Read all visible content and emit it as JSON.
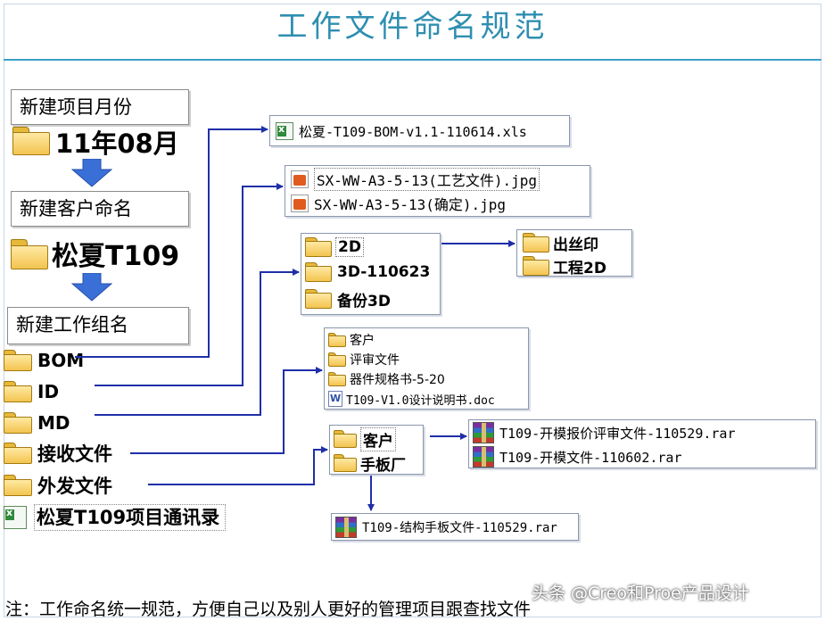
{
  "title": "工作文件命名规范",
  "steps": {
    "month_label": "新建项目月份",
    "month_folder": "11年08月",
    "customer_label": "新建客户命名",
    "customer_folder": "松夏T109",
    "group_label": "新建工作组名"
  },
  "groups": {
    "bom": "BOM",
    "id": "ID",
    "md": "MD",
    "receive": "接收文件",
    "send": "外发文件",
    "contacts": "松夏T109项目通讯录"
  },
  "bom_file": "松夏-T109-BOM-v1.1-110614.xls",
  "id_files": [
    "SX-WW-A3-5-13(工艺文件).jpg",
    "SX-WW-A3-5-13(确定).jpg"
  ],
  "md_folders": [
    "2D",
    "3D-110623",
    "备份3D"
  ],
  "md_2d_subfolders": [
    "出丝印",
    "工程2D"
  ],
  "receive_items": {
    "folders": [
      "客户",
      "评审文件",
      "器件规格书-5-20"
    ],
    "doc": "T109-V1.0设计说明书.doc"
  },
  "send_folders": [
    "客户",
    "手板厂"
  ],
  "customer_files": [
    "T109-开模报价评审文件-110529.rar",
    "T109-开模文件-110602.rar"
  ],
  "factory_file": "T109-结构手板文件-110529.rar",
  "note": "注：工作命名统一规范，方便自己以及别人更好的管理项目跟查找文件",
  "watermark": "头条 @Creo和Proe产品设计",
  "colors": {
    "title": "#2f8fb0",
    "arrow": "#1f2fa8",
    "down_arrow": "#3a6fd8",
    "folder": "#f3c450"
  }
}
